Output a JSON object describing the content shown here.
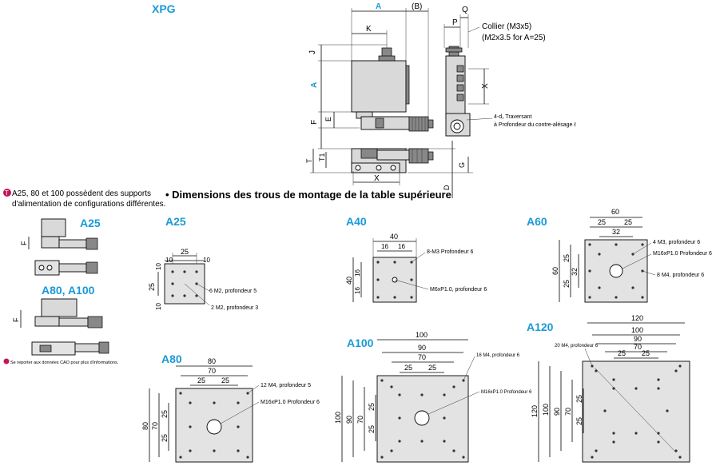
{
  "title": "XPG",
  "top_labels": {
    "A": "A",
    "B": "(B)",
    "Q": "Q",
    "K": "K",
    "P": "P",
    "J": "J",
    "A_side": "A",
    "X_side": "X",
    "F": "F",
    "E": "E",
    "T": "T",
    "T1": "T1",
    "X_bottom": "X",
    "G": "G",
    "D": "D",
    "collar_1": "Collier (M3x5)",
    "collar_2": "(M2x3.5 for A=25)",
    "through_1": "4-d₁ Traversant",
    "through_2": "à Profondeur du contre-alésage ℓ"
  },
  "note_left_1": "A25, 80 et 100 possèdent des supports",
  "note_left_2": "d'alimentation de configurations différentes.",
  "variant_a25": "A25",
  "variant_a80": "A80, A100",
  "variant_F1": "F",
  "variant_F2": "F",
  "cad_note": "Se reporter aux données CAO pour plus d'informations.",
  "section_title": "• Dimensions des trous de montage de la table supérieure",
  "panels": {
    "a25": {
      "name": "A25",
      "dims": [
        "25",
        "10",
        "10",
        "25",
        "10",
        "10"
      ],
      "notes": [
        "6 M2, profondeur 5",
        "2 M2, profondeur 3"
      ]
    },
    "a40": {
      "name": "A40",
      "dims": [
        "40",
        "16",
        "16",
        "16",
        "16",
        "40"
      ],
      "notes": [
        "8-M3 Profondeur 6",
        "M6xP1.0, profondeur 6"
      ]
    },
    "a60": {
      "name": "A60",
      "dims": [
        "60",
        "25",
        "25",
        "32",
        "25",
        "25",
        "32",
        "60"
      ],
      "notes": [
        "4 M3, profondeur 6",
        "M16xP1.0 Profondeur 6",
        "8 M4, profondeur 6"
      ]
    },
    "a80": {
      "name": "A80",
      "dims": [
        "80",
        "70",
        "25",
        "25",
        "25",
        "25",
        "70",
        "80"
      ],
      "notes": [
        "12 M4, profondeur 5",
        "M16xP1.0 Profondeur 6"
      ]
    },
    "a100": {
      "name": "A100",
      "dims": [
        "100",
        "90",
        "70",
        "25",
        "25",
        "25",
        "25",
        "70",
        "90",
        "100"
      ],
      "notes": [
        "16 M4, profondeur 6",
        "M16xP1.0 Profondeur 6"
      ]
    },
    "a120": {
      "name": "A120",
      "dims": [
        "120",
        "100",
        "90",
        "70",
        "25",
        "25",
        "25",
        "25",
        "70",
        "90",
        "100",
        "120"
      ],
      "notes": [
        "20 M4, profondeur 6"
      ]
    }
  },
  "colors": {
    "accent": "#1a9ad6",
    "note_icon": "#c0175d"
  }
}
